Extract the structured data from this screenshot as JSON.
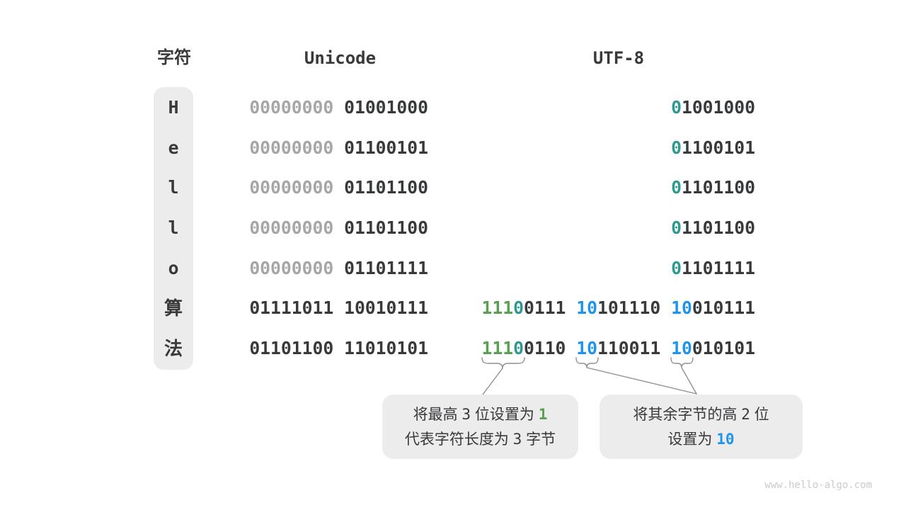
{
  "colors": {
    "dark": "#37393B",
    "gray": "#A6A6A6",
    "teal": "#2F9890",
    "green": "#5AA052",
    "blue": "#2094EC",
    "panel": "#ECECEC",
    "line": "#8F8F8F",
    "watermark": "#CBCBCB"
  },
  "header": {
    "char_label": "字符",
    "unicode_label": "Unicode",
    "utf8_label": "UTF-8"
  },
  "rows": [
    {
      "char": "H",
      "unicode": [
        {
          "text": "00000000 ",
          "color": "gray"
        },
        {
          "text": "01001000",
          "color": "dark"
        }
      ],
      "utf8": [
        {
          "text": "0",
          "color": "teal"
        },
        {
          "text": "1001000",
          "color": "dark"
        }
      ]
    },
    {
      "char": "e",
      "unicode": [
        {
          "text": "00000000 ",
          "color": "gray"
        },
        {
          "text": "01100101",
          "color": "dark"
        }
      ],
      "utf8": [
        {
          "text": "0",
          "color": "teal"
        },
        {
          "text": "1100101",
          "color": "dark"
        }
      ]
    },
    {
      "char": "l",
      "unicode": [
        {
          "text": "00000000 ",
          "color": "gray"
        },
        {
          "text": "01101100",
          "color": "dark"
        }
      ],
      "utf8": [
        {
          "text": "0",
          "color": "teal"
        },
        {
          "text": "1101100",
          "color": "dark"
        }
      ]
    },
    {
      "char": "l",
      "unicode": [
        {
          "text": "00000000 ",
          "color": "gray"
        },
        {
          "text": "01101100",
          "color": "dark"
        }
      ],
      "utf8": [
        {
          "text": "0",
          "color": "teal"
        },
        {
          "text": "1101100",
          "color": "dark"
        }
      ]
    },
    {
      "char": "o",
      "unicode": [
        {
          "text": "00000000 ",
          "color": "gray"
        },
        {
          "text": "01101111",
          "color": "dark"
        }
      ],
      "utf8": [
        {
          "text": "0",
          "color": "teal"
        },
        {
          "text": "1101111",
          "color": "dark"
        }
      ]
    },
    {
      "char": "算",
      "unicode": [
        {
          "text": "01111011 10010111",
          "color": "dark"
        }
      ],
      "utf8": [
        {
          "text": "111",
          "color": "green"
        },
        {
          "text": "0",
          "color": "teal"
        },
        {
          "text": "0111 ",
          "color": "dark"
        },
        {
          "text": "10",
          "color": "blue"
        },
        {
          "text": "101110 ",
          "color": "dark"
        },
        {
          "text": "10",
          "color": "blue"
        },
        {
          "text": "010111",
          "color": "dark"
        }
      ]
    },
    {
      "char": "法",
      "unicode": [
        {
          "text": "01101100 11010101",
          "color": "dark"
        }
      ],
      "utf8": [
        {
          "text": "111",
          "color": "green"
        },
        {
          "text": "0",
          "color": "teal"
        },
        {
          "text": "0110 ",
          "color": "dark"
        },
        {
          "text": "10",
          "color": "blue"
        },
        {
          "text": "110011 ",
          "color": "dark"
        },
        {
          "text": "10",
          "color": "blue"
        },
        {
          "text": "010101",
          "color": "dark"
        }
      ]
    }
  ],
  "callouts": [
    {
      "id": "high-bits",
      "lines": [
        [
          {
            "text": "将最高 ",
            "color": "dark"
          },
          {
            "text": "3",
            "color": "dark",
            "mono": true
          },
          {
            "text": " 位设置为 ",
            "color": "dark"
          },
          {
            "text": "1",
            "color": "green",
            "mono": true,
            "bold": true
          }
        ],
        [
          {
            "text": "代表字符长度为 ",
            "color": "dark"
          },
          {
            "text": "3",
            "color": "dark",
            "mono": true
          },
          {
            "text": " 字节",
            "color": "dark"
          }
        ]
      ]
    },
    {
      "id": "continuation-bits",
      "lines": [
        [
          {
            "text": "将其余字节的高 ",
            "color": "dark"
          },
          {
            "text": "2",
            "color": "dark",
            "mono": true
          },
          {
            "text": " 位",
            "color": "dark"
          }
        ],
        [
          {
            "text": "设置为 ",
            "color": "dark"
          },
          {
            "text": "10",
            "color": "blue",
            "mono": true,
            "bold": true
          }
        ]
      ]
    }
  ],
  "watermark": "www.hello-algo.com"
}
